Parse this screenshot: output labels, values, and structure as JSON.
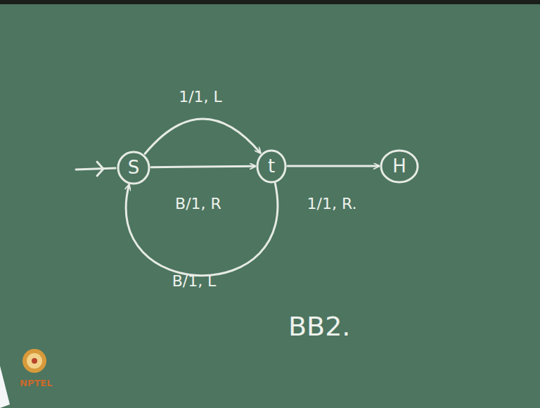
{
  "diagram": {
    "nodes": [
      {
        "text": [
          "S"
        ]
      },
      {
        "text": [
          "t"
        ]
      },
      {
        "text": [
          "H"
        ]
      }
    ],
    "edges": [
      {
        "from": 0,
        "to": 1,
        "label": "1/1, L",
        "arrow": "to"
      },
      {
        "from": 0,
        "to": 1,
        "label": "B/1, R",
        "arrow": "to"
      },
      {
        "from": 1,
        "to": 0,
        "label": "B/1, L",
        "arrow": "to"
      },
      {
        "from": 1,
        "to": 2,
        "label": "1/1, R.",
        "arrow": "to"
      }
    ],
    "labels": [
      "BB2.",
      "NPTEL"
    ]
  }
}
